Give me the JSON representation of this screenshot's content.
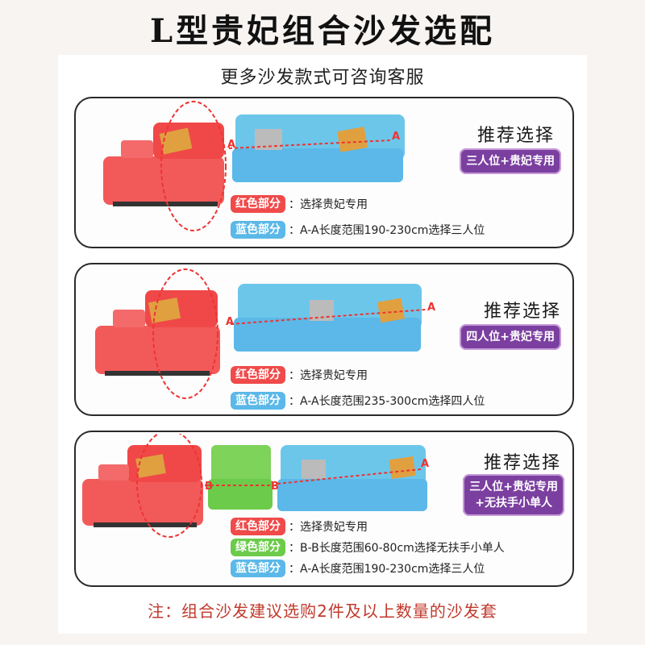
{
  "title": "L型贵妃组合沙发选配",
  "subtitle": "更多沙发款式可咨询客服",
  "panels": [
    {
      "recommend": "推荐选择",
      "badge": "三人位+贵妃专用",
      "rows": [
        {
          "tag": "红色部分",
          "text": "：选择贵妃专用",
          "color": "red"
        },
        {
          "tag": "蓝色部分",
          "text": "：A-A长度范围190-230cm选择三人位",
          "color": "blue"
        }
      ]
    },
    {
      "recommend": "推荐选择",
      "badge": "四人位+贵妃专用",
      "rows": [
        {
          "tag": "红色部分",
          "text": "：选择贵妃专用",
          "color": "red"
        },
        {
          "tag": "蓝色部分",
          "text": "：A-A长度范围235-300cm选择四人位",
          "color": "blue"
        }
      ]
    },
    {
      "recommend": "推荐选择",
      "badge_line1": "三人位+贵妃专用",
      "badge_line2": "+无扶手小单人",
      "rows": [
        {
          "tag": "红色部分",
          "text": "：选择贵妃专用",
          "color": "red"
        },
        {
          "tag": "绿色部分",
          "text": "：B-B长度范围60-80cm选择无扶手小单人",
          "color": "green"
        },
        {
          "tag": "蓝色部分",
          "text": "：A-A长度范围190-230cm选择三人位",
          "color": "blue"
        }
      ]
    }
  ],
  "markers": {
    "a": "A",
    "b": "B"
  },
  "note": "注：组合沙发建议选购2件及以上数量的沙发套",
  "colors": {
    "red": "#f04a4a",
    "blue": "#5bb8e8",
    "green": "#6ccb4a",
    "purple": "#7b3fa0"
  }
}
